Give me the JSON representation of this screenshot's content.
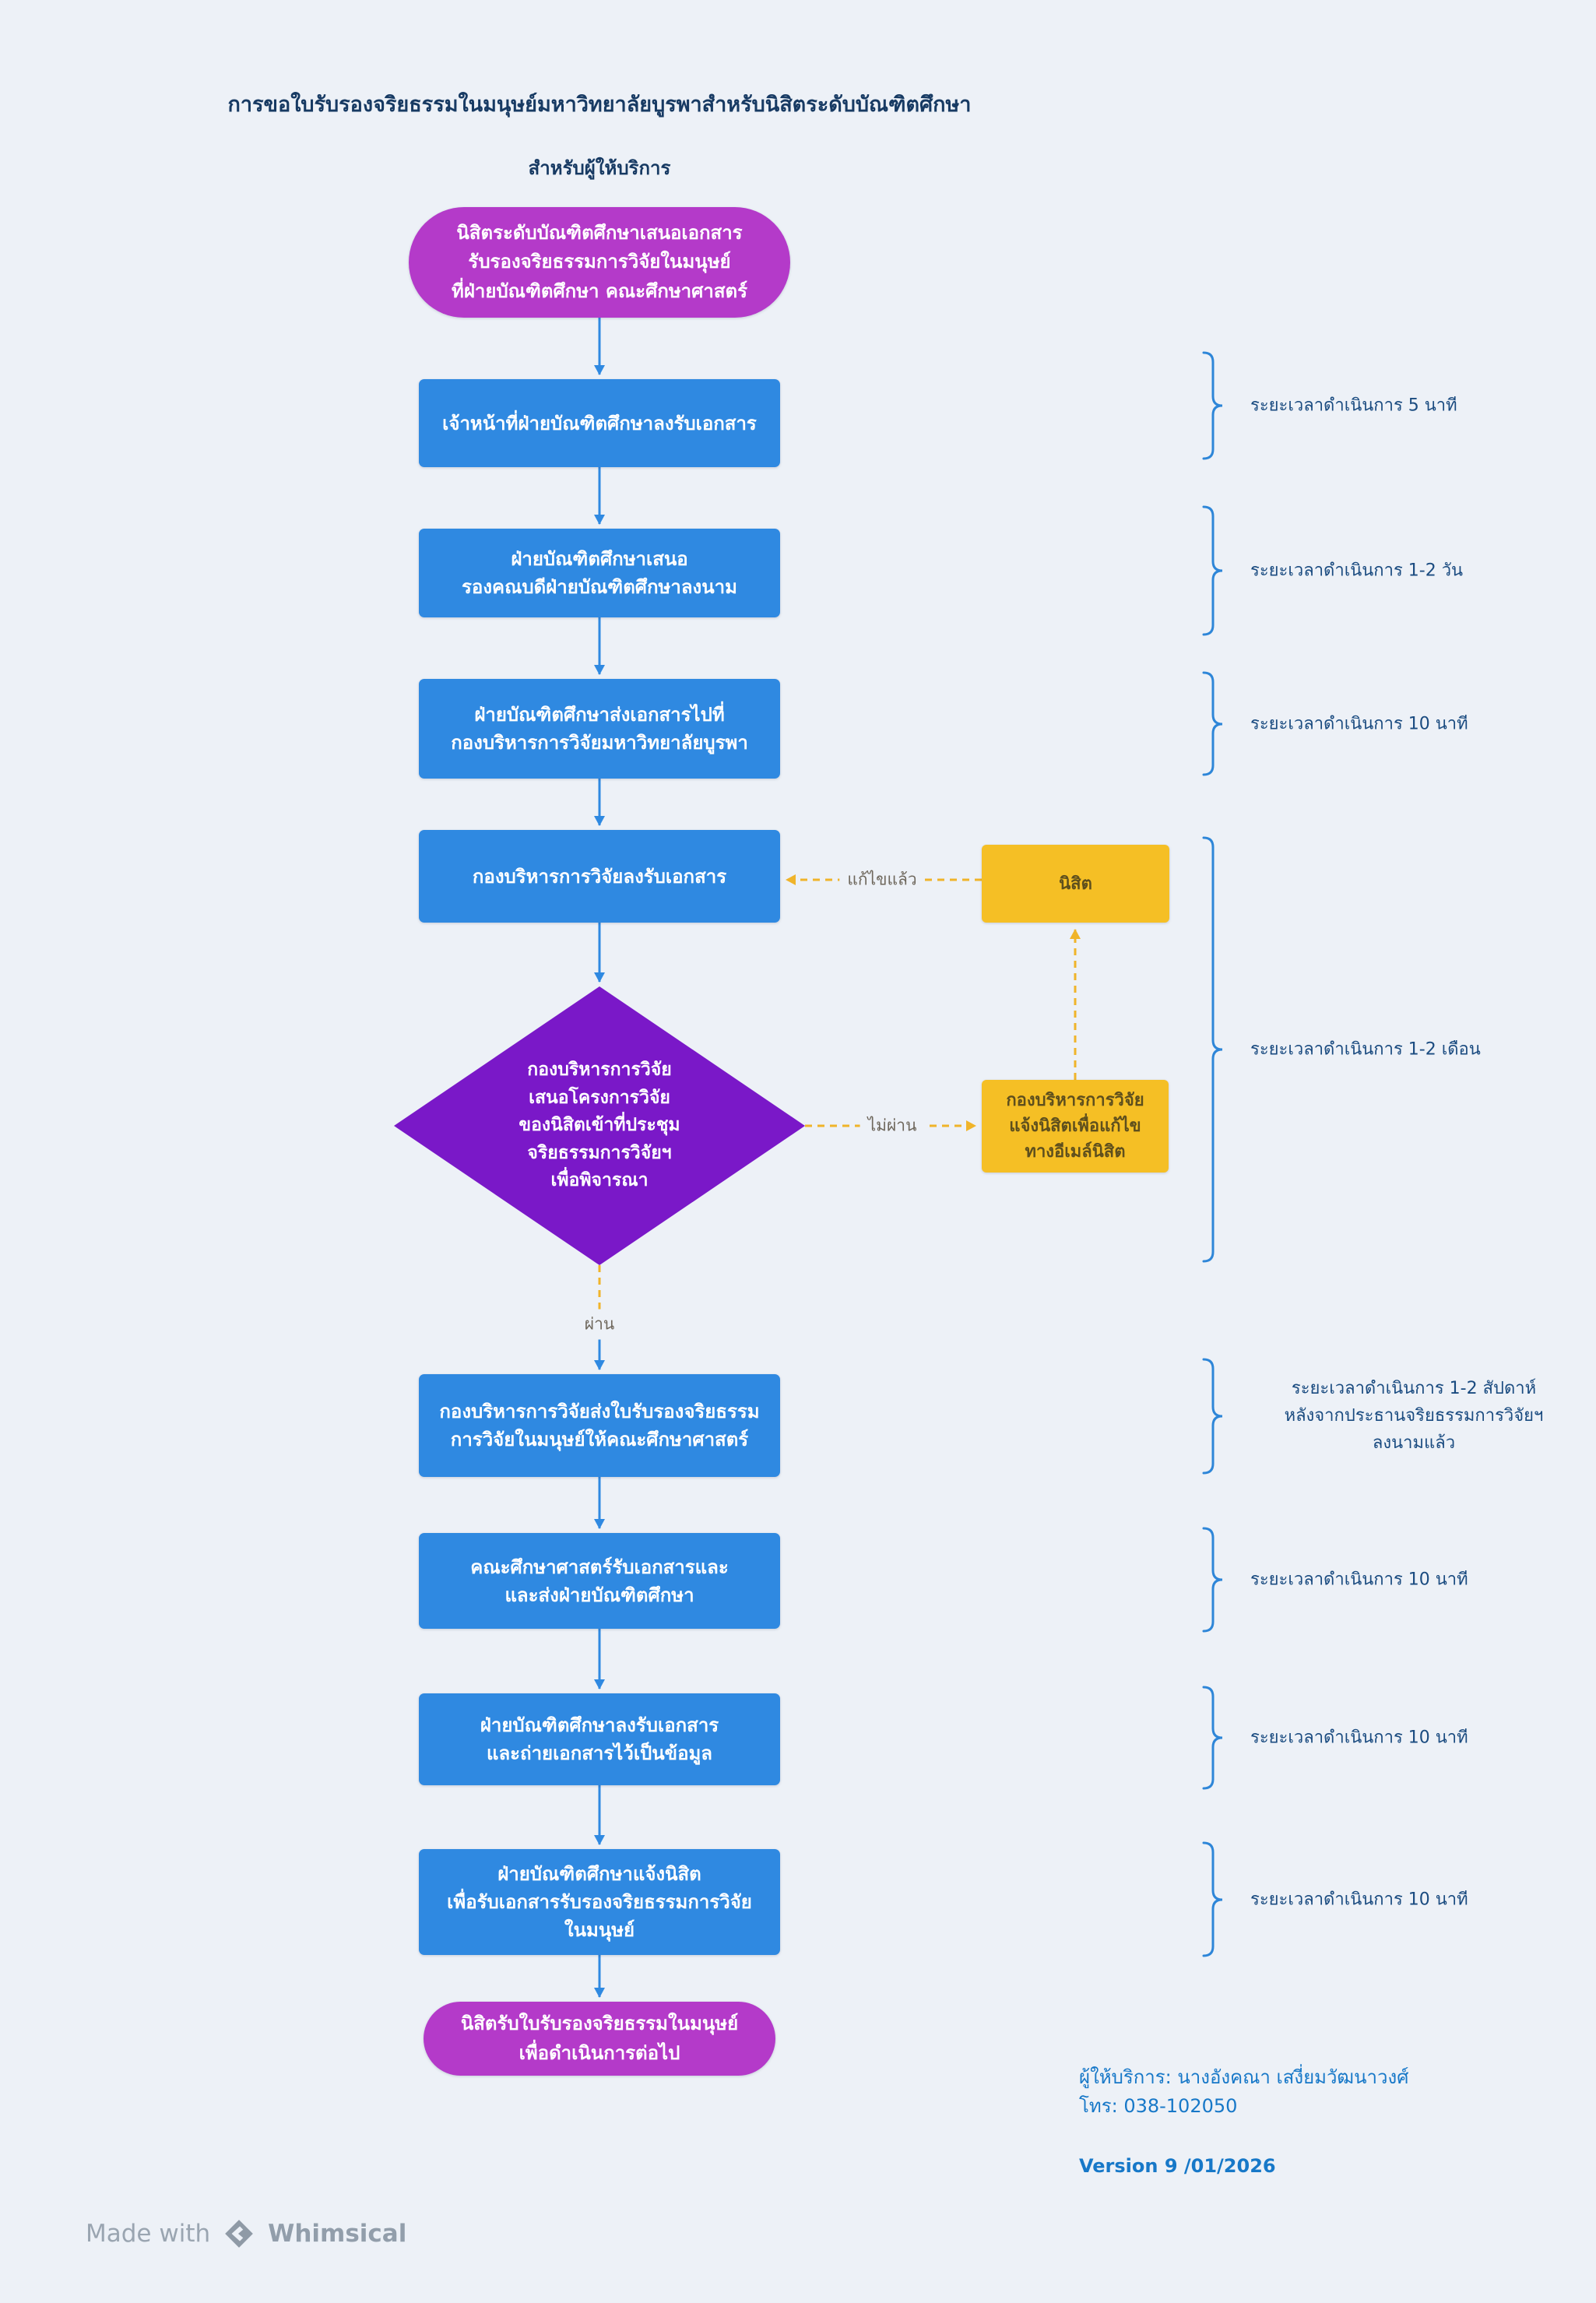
{
  "title": "การขอใบรับรองจริยธรรมในมนุษย์มหาวิทยาลัยบูรพาสำหรับนิสิตระดับบัณฑิตศึกษา",
  "subtitle": "สำหรับผู้ให้บริการ",
  "nodes": {
    "start": "นิสิตระดับบัณฑิตศึกษาเสนอเอกสาร\nรับรองจริยธรรมการวิจัยในมนุษย์\nที่ฝ่ายบัณฑิตศึกษา คณะศึกษาศาสตร์",
    "staff_receive": "เจ้าหน้าที่ฝ่ายบัณฑิตศึกษาลงรับเอกสาร",
    "propose_dean": "ฝ่ายบัณฑิตศึกษาเสนอ\nรองคณบดีฝ่ายบัณฑิตศึกษาลงนาม",
    "send_to_research": "ฝ่ายบัณฑิตศึกษาส่งเอกสารไปที่\nกองบริหารการวิจัยมหาวิทยาลัยบูรพา",
    "research_receive": "กองบริหารการวิจัยลงรับเอกสาร",
    "decision": "กองบริหารการวิจัย\nเสนอโครงการวิจัย\nของนิสิตเข้าที่ประชุม\nจริยธรรมการวิจัยฯ\nเพื่อพิจารณา",
    "student": "นิสิต",
    "notify_fix": "กองบริหารการวิจัย\nแจ้งนิสิตเพื่อแก้ไข\nทางอีเมล์นิสิต",
    "send_certificate": "กองบริหารการวิจัยส่งใบรับรองจริยธรรม\nการวิจัยในมนุษย์ให้คณะศึกษาศาสตร์",
    "faculty_receive": "คณะศึกษาศาสตร์รับเอกสารและ\nและส่งฝ่ายบัณฑิตศึกษา",
    "grad_copy": "ฝ่ายบัณฑิตศึกษาลงรับเอกสาร\nและถ่ายเอกสารไว้เป็นข้อมูล",
    "grad_notify": "ฝ่ายบัณฑิตศึกษาแจ้งนิสิต\nเพื่อรับเอกสารรับรองจริยธรรมการวิจัย\nในมนุษย์",
    "end": "นิสิตรับใบรับรองจริยธรรมในมนุษย์\nเพื่อดำเนินการต่อไป"
  },
  "edge_labels": {
    "pass": "ผ่าน",
    "fail": "ไม่ผ่าน",
    "fixed": "แก้ไขแล้ว"
  },
  "annotations": [
    "ระยะเวลาดำเนินการ 5 นาที",
    "ระยะเวลาดำเนินการ  1-2 วัน",
    "ระยะเวลาดำเนินการ 10  นาที",
    "ระยะเวลาดำเนินการ 1-2 เดือน",
    "ระยะเวลาดำเนินการ 1-2 สัปดาห์\nหลังจากประธานจริยธรรมการวิจัยฯ\nลงนามแล้ว",
    "ระยะเวลาดำเนินการ 10  นาที",
    "ระยะเวลาดำเนินการ 10  นาที",
    "ระยะเวลาดำเนินการ 10  นาที"
  ],
  "footer": {
    "provider": "ผู้ให้บริการ:  นางอังคณา เสงี่ยมวัฒนาวงศ์",
    "phone": "โทร:  038-102050",
    "version": "Version 9 /01/2026"
  },
  "watermark": {
    "made_with": "Made with",
    "brand": "Whimsical"
  },
  "colors": {
    "background": "#EDF1F7",
    "process_blue": "#2F89E1",
    "terminal_purple": "#B43AC9",
    "decision_purple": "#7A18C8",
    "feedback_yellow": "#F5BF25",
    "title_navy": "#173A63",
    "annotation_navy": "#1A4B80",
    "footer_blue": "#1778C8"
  }
}
